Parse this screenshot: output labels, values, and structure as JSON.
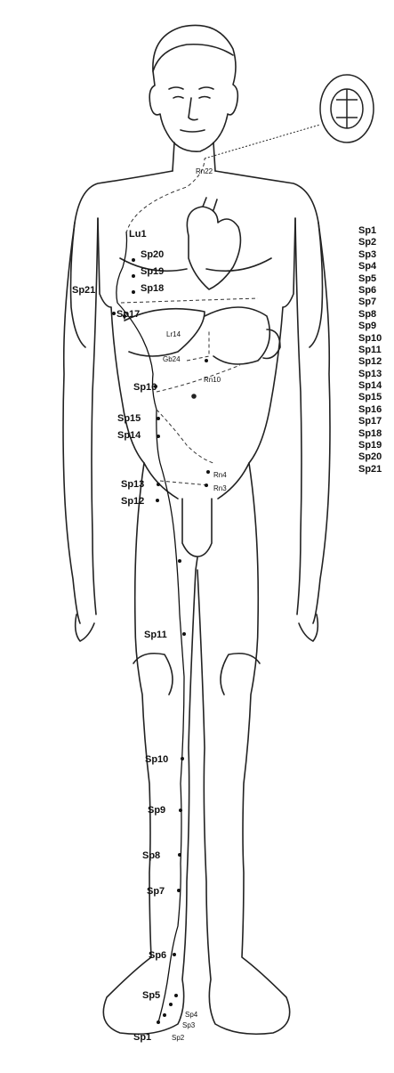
{
  "labels": {
    "ren22": "Rn22",
    "lu1": "Lu1",
    "sp20": "Sp20",
    "sp19": "Sp19",
    "sp18": "Sp18",
    "sp21": "Sp21",
    "sp17": "Sp17",
    "liv14": "Lr14",
    "gb24": "Gb24",
    "sp16": "Sp16",
    "ren10": "Rn10",
    "sp15": "Sp15",
    "sp14": "Sp14",
    "sp13": "Sp13",
    "sp12": "Sp12",
    "ren4": "Rn4",
    "ren3": "Rn3",
    "sp11": "Sp11",
    "sp10": "Sp10",
    "sp9": "Sp9",
    "sp8": "Sp8",
    "sp7": "Sp7",
    "sp6": "Sp6",
    "sp5": "Sp5",
    "sp4": "Sp4",
    "sp3": "Sp3",
    "sp2": "Sp2",
    "sp1": "Sp1"
  },
  "legend": [
    "Sp1",
    "Sp2",
    "Sp3",
    "Sp4",
    "Sp5",
    "Sp6",
    "Sp7",
    "Sp8",
    "Sp9",
    "Sp10",
    "Sp11",
    "Sp12",
    "Sp13",
    "Sp14",
    "Sp15",
    "Sp16",
    "Sp17",
    "Sp18",
    "Sp19",
    "Sp20",
    "Sp21"
  ]
}
